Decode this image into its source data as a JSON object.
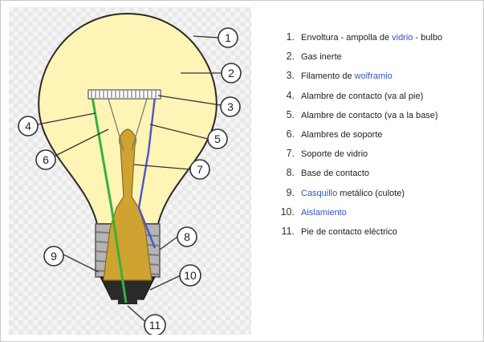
{
  "colors": {
    "bulb_glass": "#fdf4b6",
    "support_stem": "#cfa331",
    "contact_wire_foot": "#37b13f",
    "contact_wire_base": "#4a57c6",
    "screw_base": "#b4b4b4",
    "link": "#2e54c8"
  },
  "callouts": [
    "1",
    "2",
    "3",
    "4",
    "5",
    "6",
    "7",
    "8",
    "9",
    "10",
    "11"
  ],
  "legend": [
    {
      "number": "1.",
      "segments": [
        {
          "text": "Envoltura - ampolla de ",
          "link": false
        },
        {
          "text": "vidrio",
          "link": true
        },
        {
          "text": " - bulbo",
          "link": false
        }
      ]
    },
    {
      "number": "2.",
      "segments": [
        {
          "text": "Gas inerte",
          "link": false
        }
      ]
    },
    {
      "number": "3.",
      "segments": [
        {
          "text": "Filamento de ",
          "link": false
        },
        {
          "text": "wolframio",
          "link": true
        }
      ]
    },
    {
      "number": "4.",
      "segments": [
        {
          "text": "Alambre de contacto (va al pie)",
          "link": false
        }
      ]
    },
    {
      "number": "5.",
      "segments": [
        {
          "text": "Alambre de contacto (va a la base)",
          "link": false
        }
      ]
    },
    {
      "number": "6.",
      "segments": [
        {
          "text": "Alambres de soporte",
          "link": false
        }
      ]
    },
    {
      "number": "7.",
      "segments": [
        {
          "text": "Soporte de vidrio",
          "link": false
        }
      ]
    },
    {
      "number": "8.",
      "segments": [
        {
          "text": "Base de contacto",
          "link": false
        }
      ]
    },
    {
      "number": "9.",
      "segments": [
        {
          "text": "Casquillo",
          "link": true
        },
        {
          "text": " metálico (culote)",
          "link": false
        }
      ]
    },
    {
      "number": "10.",
      "segments": [
        {
          "text": "Aislamiento",
          "link": true
        }
      ]
    },
    {
      "number": "11.",
      "segments": [
        {
          "text": "Pie de contacto eléctrico",
          "link": false
        }
      ]
    }
  ]
}
